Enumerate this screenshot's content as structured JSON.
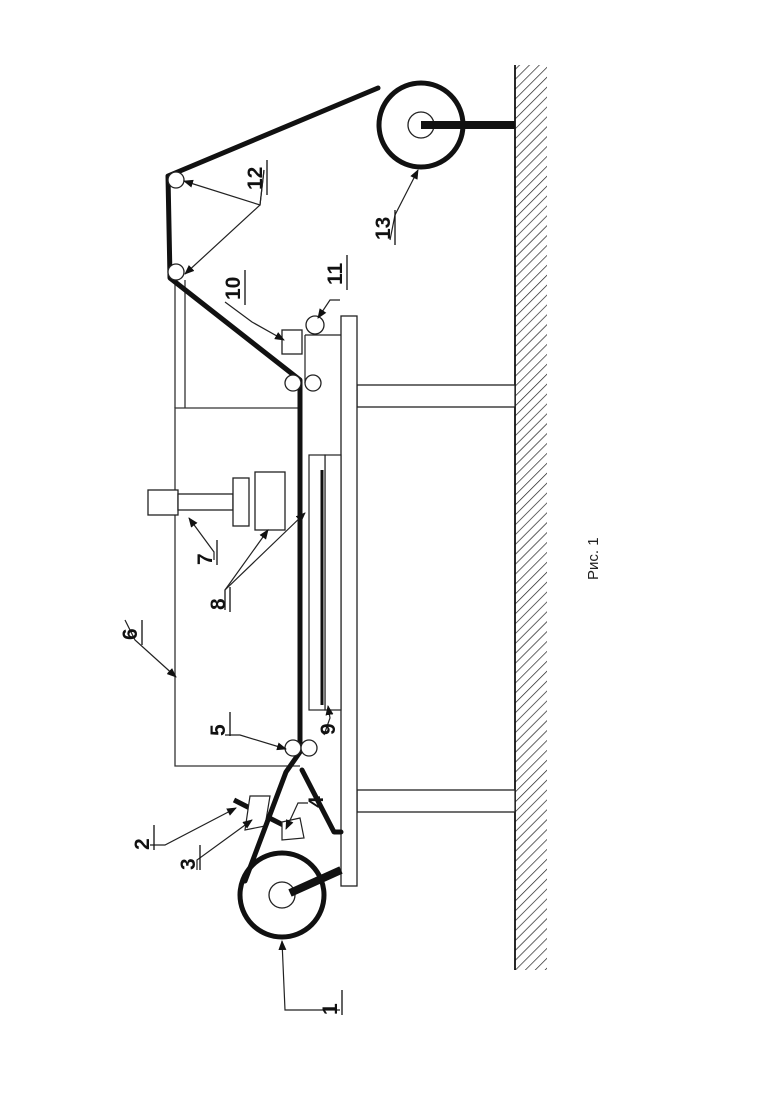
{
  "labels": {
    "l1": "1",
    "l2": "2",
    "l3": "3",
    "l4": "4",
    "l5": "5",
    "l6": "6",
    "l7": "7",
    "l8": "8",
    "l9": "9",
    "l10": "10",
    "l11": "11",
    "l12": "12",
    "l13": "13"
  },
  "caption": "Рис. 1"
}
